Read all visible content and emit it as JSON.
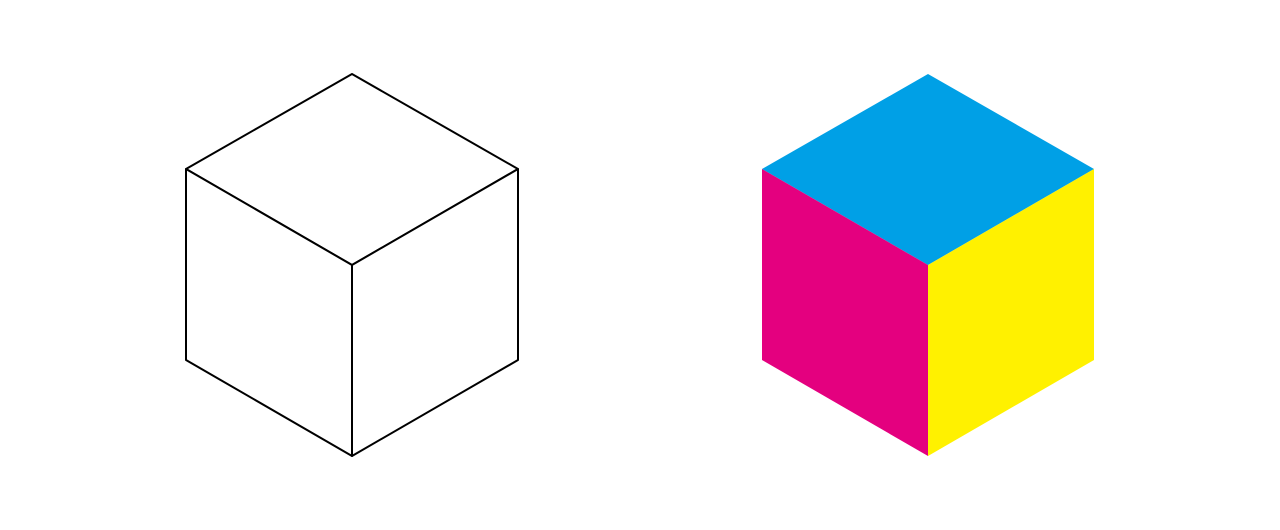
{
  "figures": [
    {
      "id": "outline-cube",
      "style": "outline",
      "stroke_color": "#000000",
      "fill_color": "#ffffff"
    },
    {
      "id": "colored-cube",
      "style": "filled",
      "faces": {
        "top": "#00A0E6",
        "left": "#E4007F",
        "right": "#FFF100"
      }
    }
  ]
}
